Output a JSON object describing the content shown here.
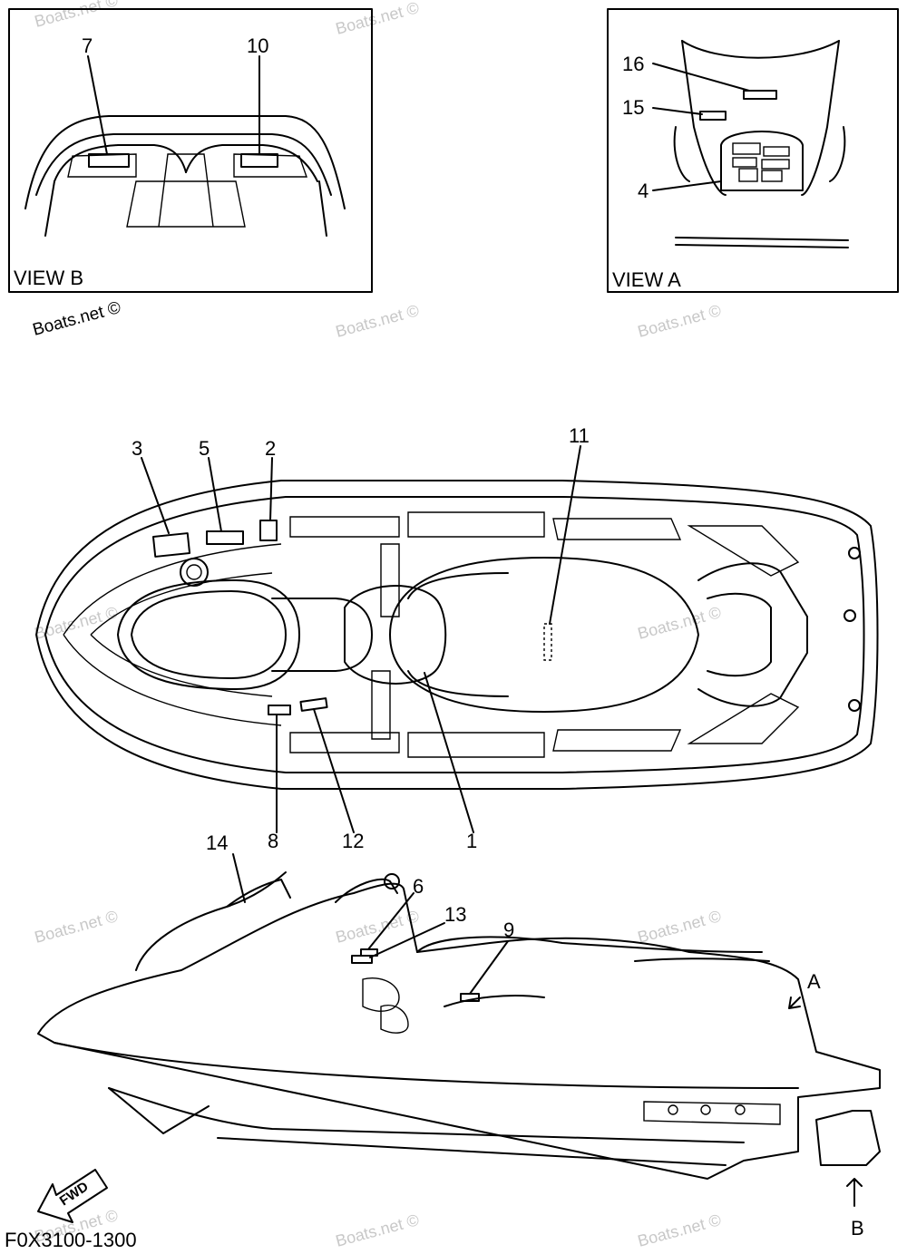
{
  "watermark": "Boats.net ©",
  "views": {
    "view_b": "VIEW B",
    "view_a": "VIEW A"
  },
  "callouts": {
    "c1": "1",
    "c2": "2",
    "c3": "3",
    "c4": "4",
    "c5": "5",
    "c6": "6",
    "c7": "7",
    "c8": "8",
    "c9": "9",
    "c10": "10",
    "c11": "11",
    "c12": "12",
    "c13": "13",
    "c14": "14",
    "c15": "15",
    "c16": "16"
  },
  "arrows": {
    "a": "A",
    "b": "B"
  },
  "fwd": "FWD",
  "part_code": "F0X3100-1300"
}
